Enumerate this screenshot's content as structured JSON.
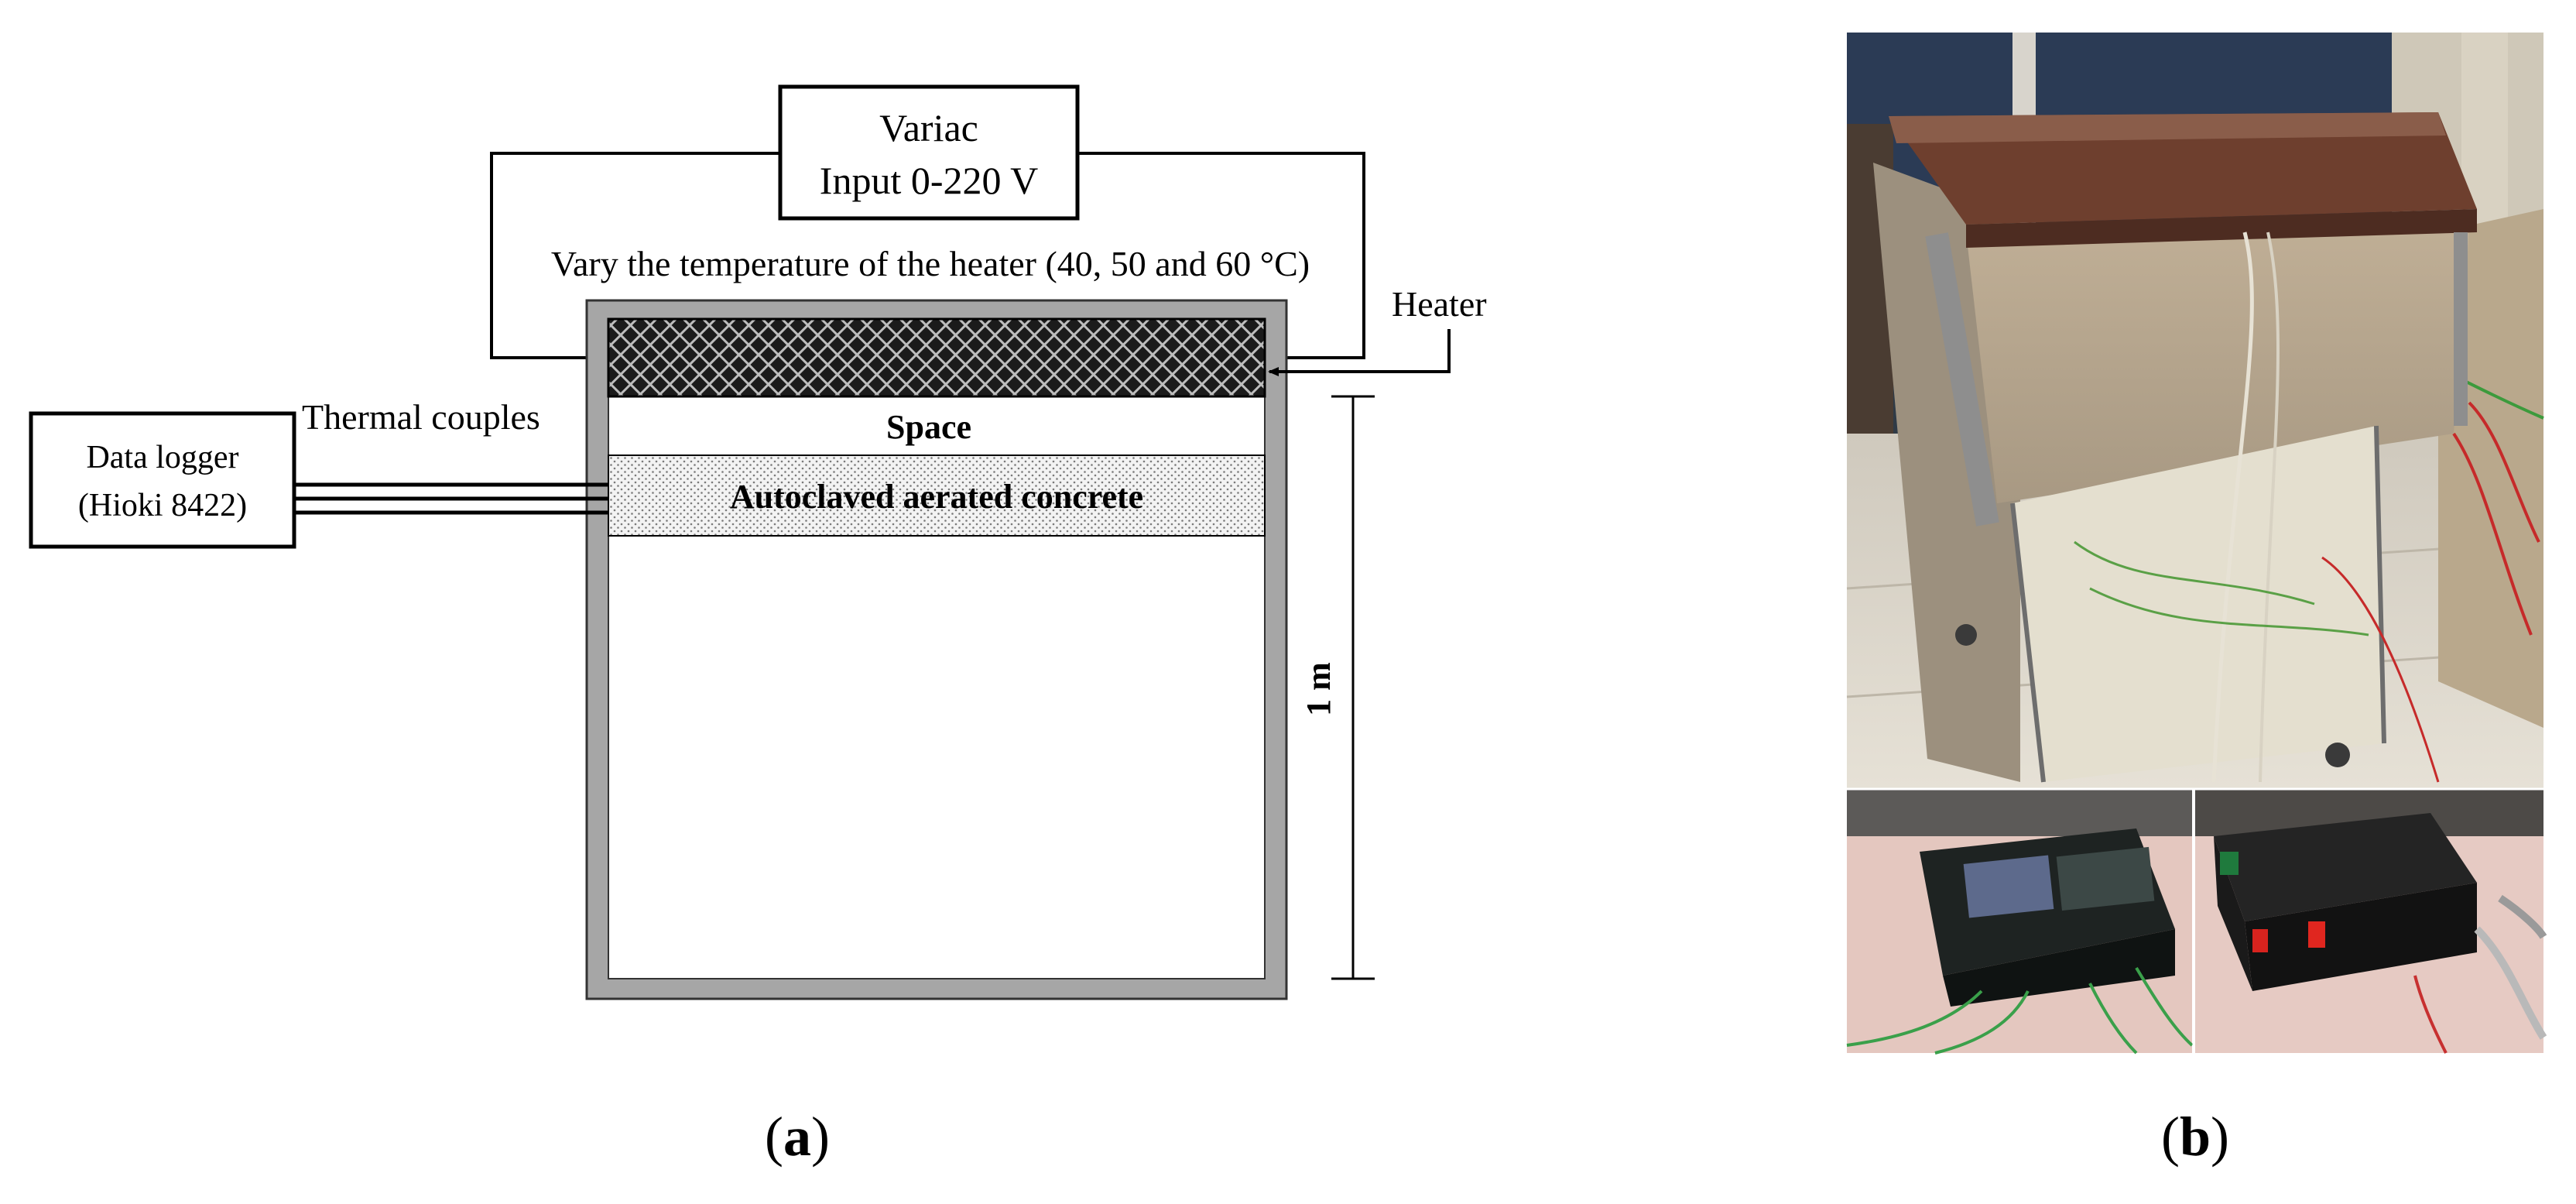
{
  "diagram_a": {
    "variac": {
      "line1": "Variac",
      "line2": "Input 0-220 V"
    },
    "vary_text": "Vary the temperature of the heater (40, 50 and 60 °C)",
    "heater_label": "Heater",
    "thermal_couples_label": "Thermal couples",
    "data_logger": {
      "line1": "Data logger",
      "line2": "(Hioki 8422)"
    },
    "space_label": "Space",
    "aac_label": "Autoclaved aerated concrete",
    "height_label": "1 m",
    "caption": {
      "open": "(",
      "letter": "a",
      "close": ")"
    }
  },
  "photo_b": {
    "caption": {
      "open": "(",
      "letter": "b",
      "close": ")"
    }
  },
  "colors": {
    "frame_gray": "#a6a6a6",
    "heater_dark": "#1b1b1b",
    "aac_fill": "#e7e7e7",
    "photo_tabletop": "#e3c4bd"
  }
}
